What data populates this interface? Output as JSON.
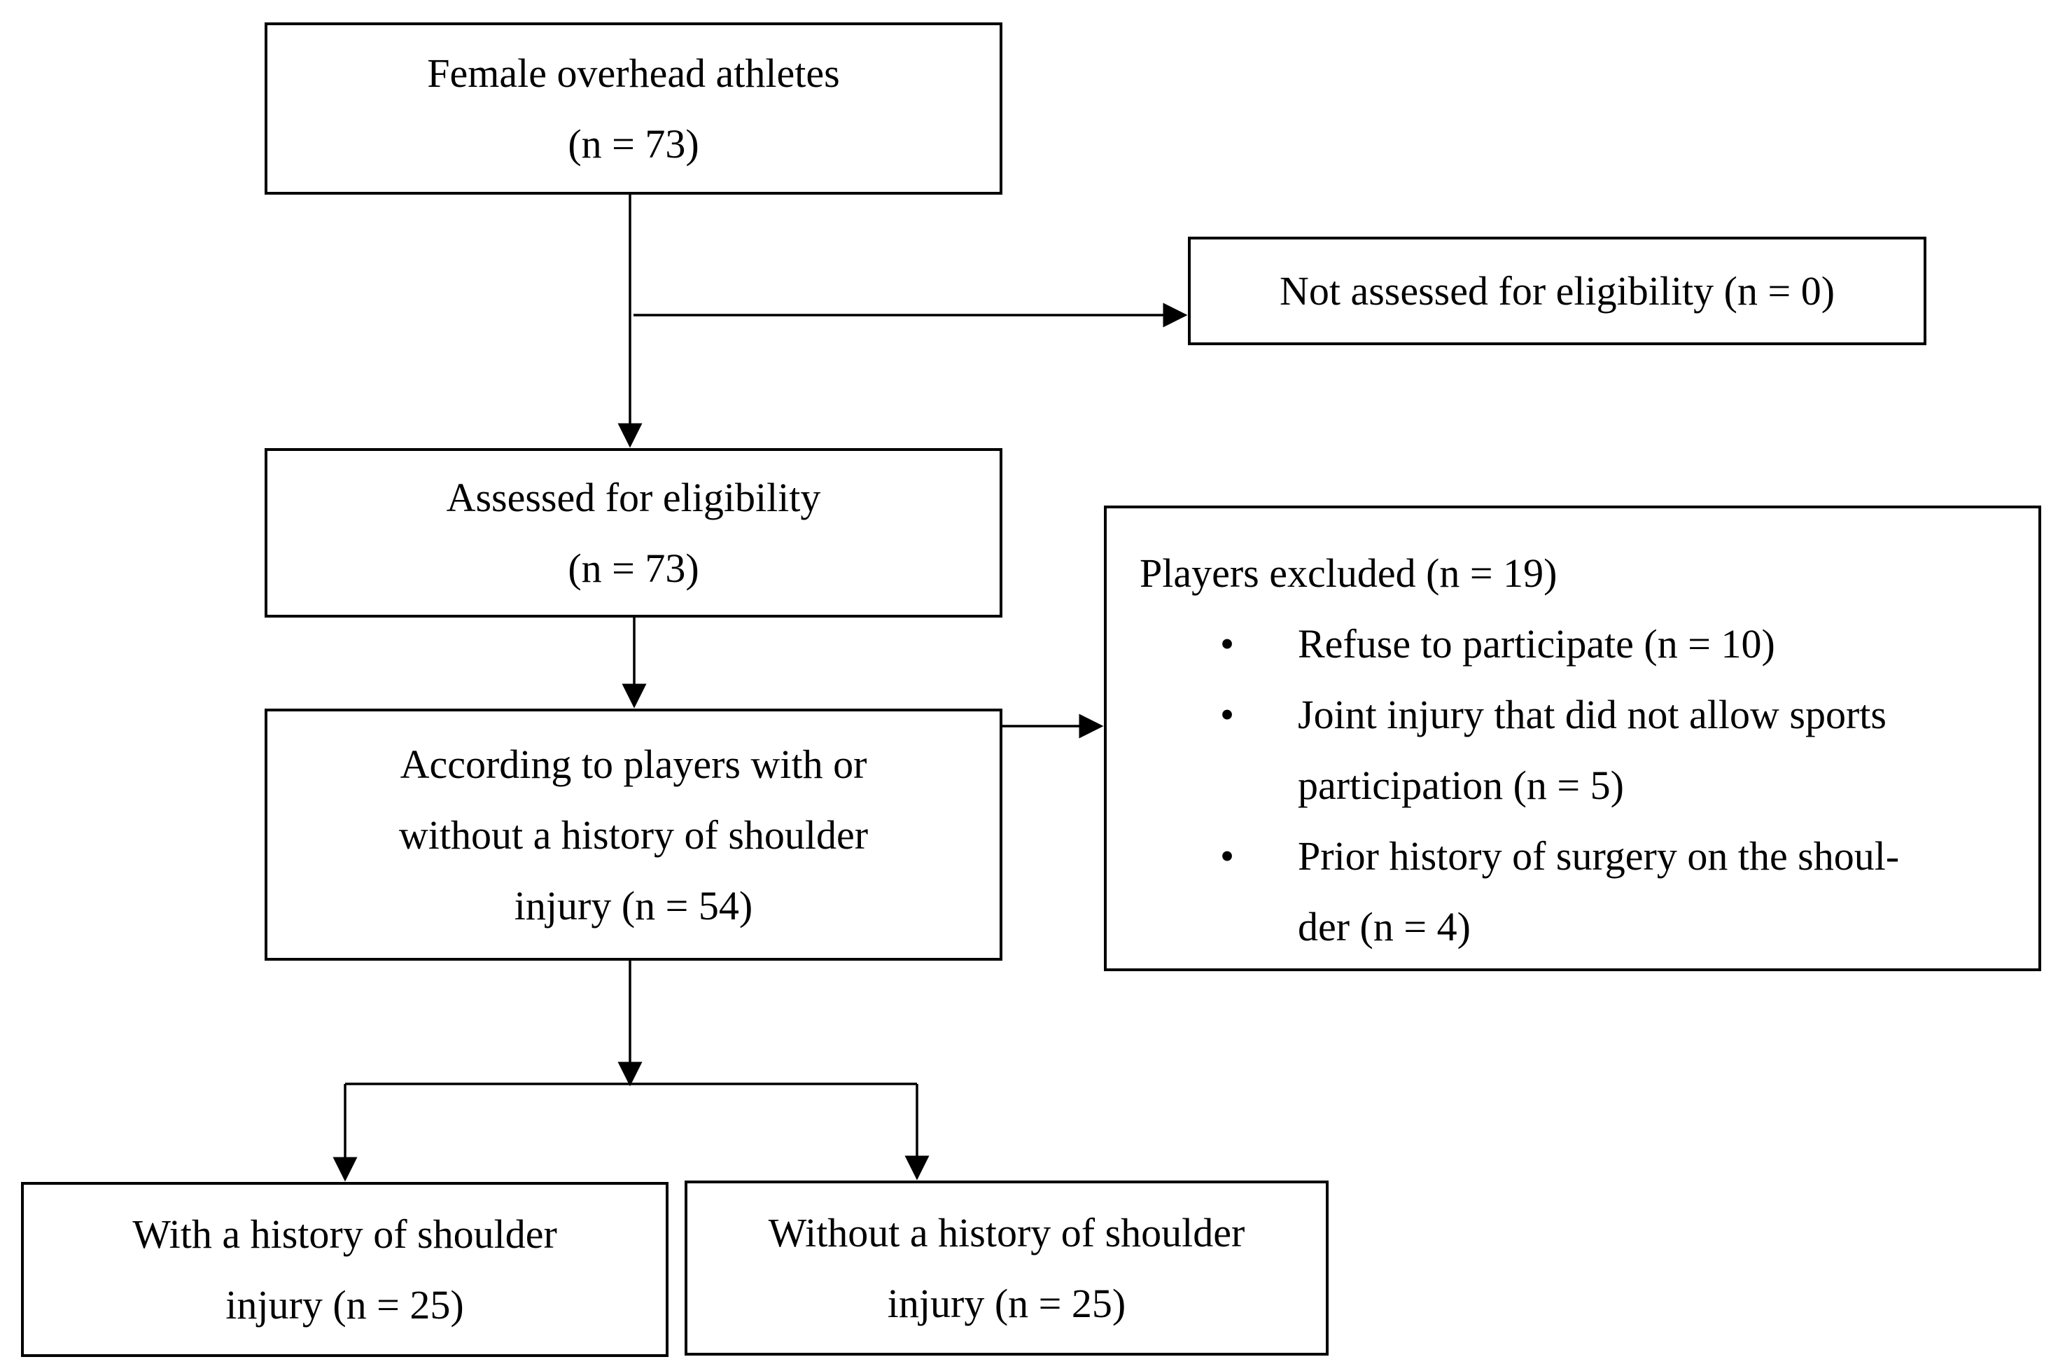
{
  "boxes": {
    "start": {
      "line1": "Female overhead athletes",
      "line2": "(n = 73)"
    },
    "not_assessed": {
      "text": "Not assessed for eligibility (n = 0)"
    },
    "assessed": {
      "line1": "Assessed for eligibility",
      "line2": "(n = 73)"
    },
    "according": {
      "line1": "According to players with or",
      "line2": "without a history of shoulder",
      "line3": "injury (n = 54)"
    },
    "excluded": {
      "title": "Players excluded (n = 19)",
      "bullet": "•",
      "items": [
        {
          "lines": [
            "Refuse to participate (n = 10)"
          ]
        },
        {
          "lines": [
            "Joint injury that did not allow sports",
            "participation (n = 5)"
          ]
        },
        {
          "lines": [
            "Prior history of surgery on the shoul-",
            "der (n = 4)"
          ]
        }
      ]
    },
    "with_history": {
      "line1": "With a history of shoulder",
      "line2": "injury (n = 25)"
    },
    "without_history": {
      "line1": "Without a history of shoulder",
      "line2": "injury (n = 25)"
    }
  }
}
